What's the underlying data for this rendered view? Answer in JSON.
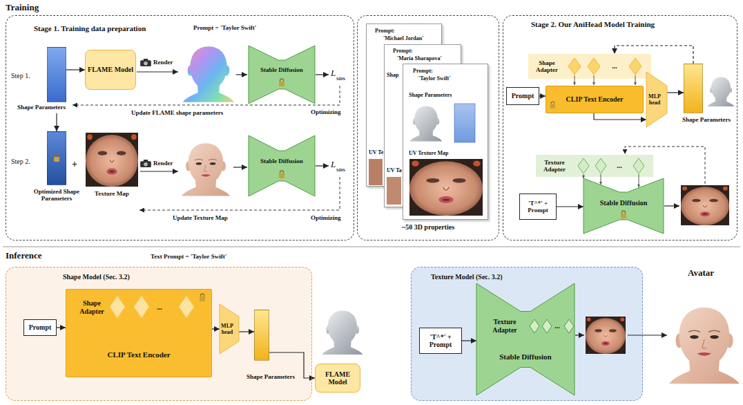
{
  "diagram": {
    "nodes": [
      {
        "text": [
          "Stage 1. Training data preparation"
        ]
      },
      {
        "text": [
          "Shape Parameters"
        ],
        "in": 0
      },
      {
        "text": [
          "Optimized Shape Parameters"
        ],
        "in": 0
      },
      {
        "text": [
          "FLAME Model"
        ],
        "in": 0
      },
      {
        "text": [
          "Stable Diffusion"
        ],
        "in": 0
      },
      {
        "text": [
          "Stable Diffusion"
        ],
        "in": 0
      },
      {
        "text": [
          "~50 3D properties"
        ]
      },
      {
        "text": [
          "Prompt:",
          "'Michael Jordan'",
          "UV Te"
        ],
        "in": 6
      },
      {
        "text": [
          "Prompt:",
          "'Maria Sharapova'",
          "Shap",
          "UV Ta"
        ],
        "in": 6
      },
      {
        "text": [
          "Prompt:",
          "'Taylor Swift'",
          "Shape Parameters",
          "UV Texture Map"
        ],
        "in": 6
      },
      {
        "text": [
          "Stage 2. Our AniHead Model Training"
        ]
      },
      {
        "text": [
          "Shape Adapter",
          "..."
        ],
        "in": 10
      },
      {
        "text": [
          "Prompt"
        ],
        "in": 10
      },
      {
        "text": [
          "CLIP Text Encoder"
        ],
        "in": 10
      },
      {
        "text": [
          "MLP head"
        ],
        "in": 10
      },
      {
        "text": [
          "Shape Parameters"
        ],
        "in": 10
      },
      {
        "text": [
          "Texture Adapter",
          "..."
        ],
        "in": 10
      },
      {
        "text": [
          "'T^*' + Prompt"
        ],
        "in": 10
      },
      {
        "text": [
          "Stable Diffusion"
        ],
        "in": 10
      },
      {
        "text": [
          "Shape Model (Sec. 3.2)"
        ]
      },
      {
        "text": [
          "Prompt"
        ],
        "in": 19
      },
      {
        "text": [
          "Shape Adapter",
          "...",
          "CLIP Text Encoder"
        ],
        "in": 19
      },
      {
        "text": [
          "MLP head"
        ],
        "in": 19
      },
      {
        "text": [
          "Shape Parameters"
        ],
        "in": 19
      },
      {
        "text": [
          "FLAME Model"
        ]
      },
      {
        "text": [
          "Texture Model (Sec. 3.2)"
        ]
      },
      {
        "text": [
          "'T^*' + Prompt"
        ],
        "in": 25
      },
      {
        "text": [
          "Texture Adapter",
          "...",
          "Stable Diffusion"
        ],
        "in": 25
      }
    ],
    "edges": [
      {
        "from": 1,
        "to": 3,
        "arrow": "to"
      },
      {
        "from": 1,
        "to": 2,
        "arrow": "to"
      },
      {
        "from": 15,
        "to": 11,
        "arrow": "to"
      },
      {
        "from": 12,
        "to": 13,
        "arrow": "to"
      },
      {
        "from": 13,
        "to": 14,
        "arrow": "to"
      },
      {
        "from": 14,
        "to": 15,
        "arrow": "to"
      },
      {
        "from": 17,
        "to": 18,
        "arrow": "to"
      },
      {
        "from": 20,
        "to": 21,
        "arrow": "to"
      },
      {
        "from": 21,
        "to": 22,
        "arrow": "to"
      },
      {
        "from": 22,
        "to": 23,
        "arrow": "to"
      },
      {
        "from": 23,
        "to": 24,
        "arrow": "to"
      },
      {
        "from": 26,
        "to": 27,
        "arrow": "to"
      }
    ],
    "labels": [
      "Training",
      "Prompt = 'Taylor Swift'",
      "Step 1.",
      "Render",
      "L",
      "SDS",
      "Update FLAME shape parameters",
      "Optimizing",
      "Step 2.",
      "+",
      "Texture Map",
      "Render",
      "L",
      "SDS",
      "Update Texture Map",
      "Optimizing",
      "Inference",
      "Text Prompt = 'Taylor Swift'",
      "Avatar"
    ]
  }
}
